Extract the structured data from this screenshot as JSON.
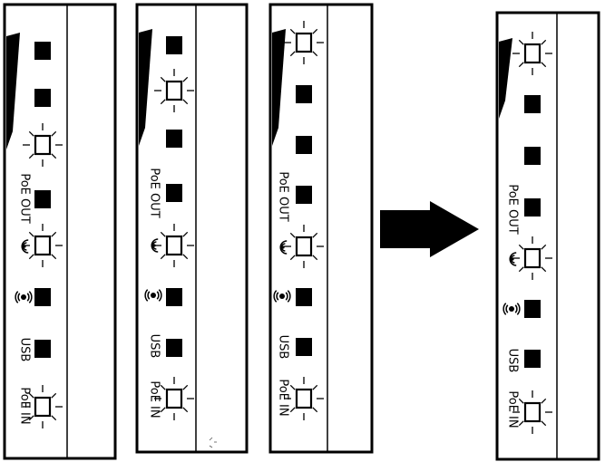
{
  "colors": {
    "ink": "#000000",
    "paper": "#ffffff"
  },
  "labels": {
    "poe_out": "PoE OUT",
    "usb": "USB",
    "poe_in": "PoE IN"
  },
  "icons": {
    "wireless": "wireless-signal-icon",
    "nfc": "nfc-signal-icon",
    "arrow": "right-arrow-icon"
  },
  "panels": [
    {
      "id": "panel-1",
      "leds": [
        "off",
        "off",
        "blink",
        "off",
        "blink",
        "off",
        "off",
        "blink"
      ],
      "lead_mark": false
    },
    {
      "id": "panel-2",
      "leds": [
        "off",
        "blink",
        "off",
        "off",
        "blink",
        "off",
        "off",
        "blink"
      ],
      "lead_mark": true
    },
    {
      "id": "panel-3",
      "leds": [
        "blink",
        "off",
        "off",
        "off",
        "blink",
        "off",
        "off",
        "blink"
      ],
      "lead_mark": false
    },
    {
      "id": "panel-4",
      "leds": [
        "blink",
        "off",
        "off",
        "off",
        "blink",
        "off",
        "off",
        "blink"
      ],
      "lead_mark": false
    }
  ]
}
